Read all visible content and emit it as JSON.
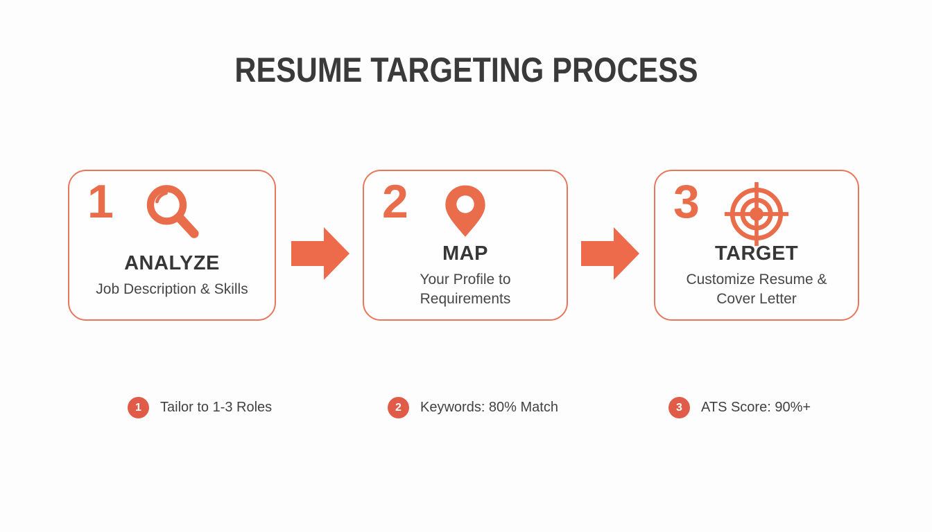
{
  "title": "RESUME TARGETING PROCESS",
  "colors": {
    "accent_orange": "#E96C4B",
    "arrow_orange": "#ED6A4A",
    "badge_red_orange": "#E15B49",
    "card_border": "#E8765C",
    "heading_text": "#3A3A3A",
    "body_text": "#464646",
    "background": "#FDFDFD"
  },
  "steps": [
    {
      "number": "1",
      "icon": "magnifier-icon",
      "title": "ANALYZE",
      "subtitle": "Job Description & Skills"
    },
    {
      "number": "2",
      "icon": "map-pin-icon",
      "title": "MAP",
      "subtitle": "Your Profile to Requirements"
    },
    {
      "number": "3",
      "icon": "target-icon",
      "title": "TARGET",
      "subtitle": "Customize Resume & Cover Letter"
    }
  ],
  "connectors": [
    {
      "icon": "arrow-right-icon"
    },
    {
      "icon": "arrow-right-icon"
    }
  ],
  "metrics": [
    {
      "number": "1",
      "label": "Tailor to 1-3 Roles"
    },
    {
      "number": "2",
      "label": "Keywords: 80% Match"
    },
    {
      "number": "3",
      "label": "ATS Score: 90%+"
    }
  ]
}
